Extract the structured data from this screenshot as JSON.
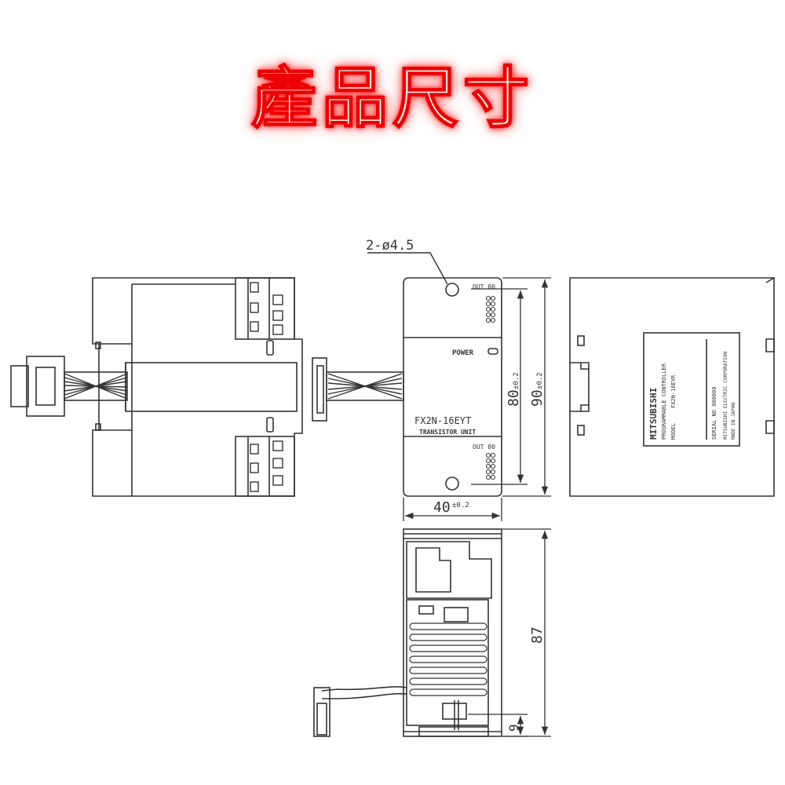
{
  "title": "產品尺寸",
  "dimensions": {
    "hole_callout": "2-ø4.5",
    "height_inner": "80",
    "height_inner_tol": "±0.2",
    "height_outer": "90",
    "height_outer_tol": "±0.2",
    "width": "40",
    "width_tol": "±0.2",
    "depth": "87",
    "foot": "9"
  },
  "front_panel": {
    "out_top": "OUT 00",
    "power": "POWER",
    "model": "FX2N-16EYT",
    "unit": "TRANSISTOR UNIT",
    "out_bottom": "OUT 00"
  },
  "side_label": {
    "brand": "MITSUBISHI",
    "product": "PROGRAMMABLE CONTROLLER",
    "model_label": "MODEL",
    "model": "FX2N-16EYR",
    "serial": "SERIAL NO 000000",
    "maker": "MITSUBISHI ELECTRIC CORPORATION",
    "origin": "MADE IN JAPAN"
  },
  "colors": {
    "line": "#333333",
    "title_glow": "#ff2a2a"
  }
}
